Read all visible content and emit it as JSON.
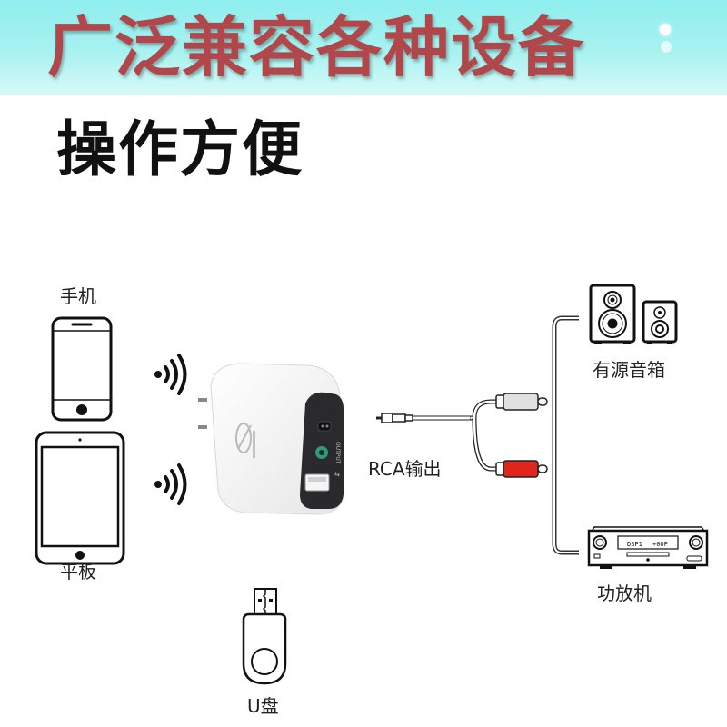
{
  "banner": {
    "title": "广泛兼容各种设备",
    "title_color": "#b1474a",
    "background_gradient": [
      "#8eeeee",
      "#d6faf8"
    ]
  },
  "subtitle": "操作方便",
  "inputs": {
    "phone_label": "手机",
    "tablet_label": "平板",
    "usb_label": "U盘"
  },
  "device": {
    "port_label": "OUTPUT",
    "body_color": "#ffffff",
    "panel_color": "#2a2a2c",
    "jack_color": "#2e9a7e"
  },
  "cable": {
    "label": "RCA输出",
    "plug_white_color": "#e0e0e0",
    "plug_red_color": "#e0261c"
  },
  "outputs": {
    "speaker_label": "有源音箱",
    "amplifier_label": "功放机",
    "amplifier_display_left": "DSP1",
    "amplifier_display_right": "+00F"
  }
}
